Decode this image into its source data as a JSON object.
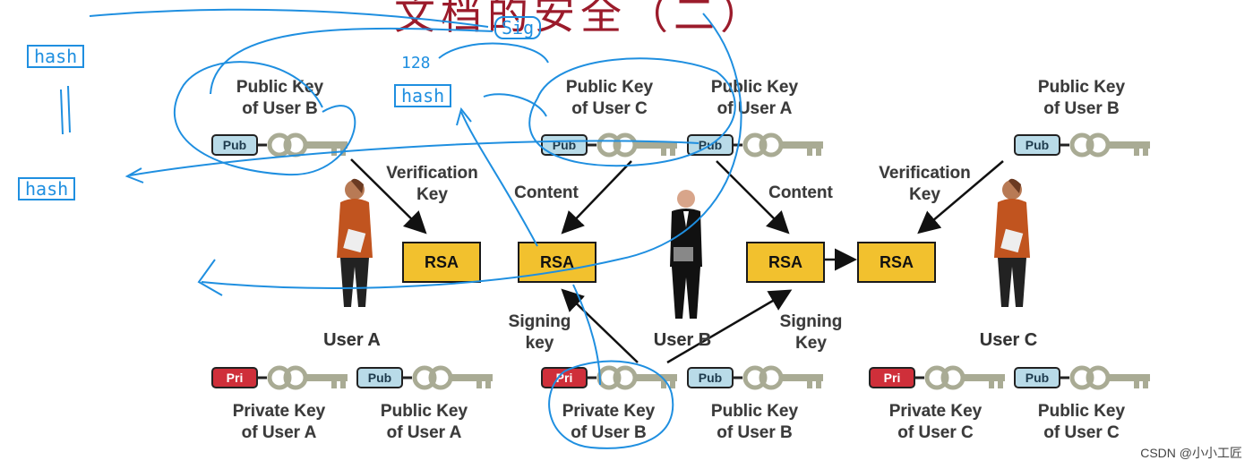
{
  "labels": {
    "public_key_user_b_left": "Public Key\nof User B",
    "public_key_user_c": "Public Key\nof User C",
    "public_key_user_a_top": "Public Key\nof User A",
    "public_key_user_b_right": "Public Key\nof User B",
    "verification_key_left": "Verification\nKey",
    "verification_key_right": "Verification\nKey",
    "content_left": "Content",
    "content_right": "Content",
    "signing_key_left": "Signing\nkey",
    "signing_key_right": "Signing\nKey",
    "private_key_user_a": "Private Key\nof User A",
    "public_key_user_a_bottom": "Public Key\nof User A",
    "private_key_user_b": "Private Key\nof User B",
    "public_key_user_b_bottom": "Public Key\nof User B",
    "private_key_user_c": "Private Key\nof User C",
    "public_key_user_c_bottom": "Public Key\nof User C"
  },
  "users": {
    "user_a": "User A",
    "user_b": "User B",
    "user_c": "User C"
  },
  "rsa_label": "RSA",
  "badges": {
    "pub": "Pub",
    "pri": "Pri"
  },
  "handwriting": {
    "hash_top": "hash",
    "hash_mid": "hash",
    "hash_left": "hash",
    "sig": "Sig",
    "num": "128"
  },
  "title_fragment": "文档的安全（二）",
  "watermark": "CSDN @小小工匠",
  "colors": {
    "rsa_fill": "#f2c12e",
    "pub_badge": "#b9dbe8",
    "pri_badge": "#cf2f3a",
    "annotation_ink": "#1f8fe0",
    "title_red": "#9b1b2b"
  }
}
